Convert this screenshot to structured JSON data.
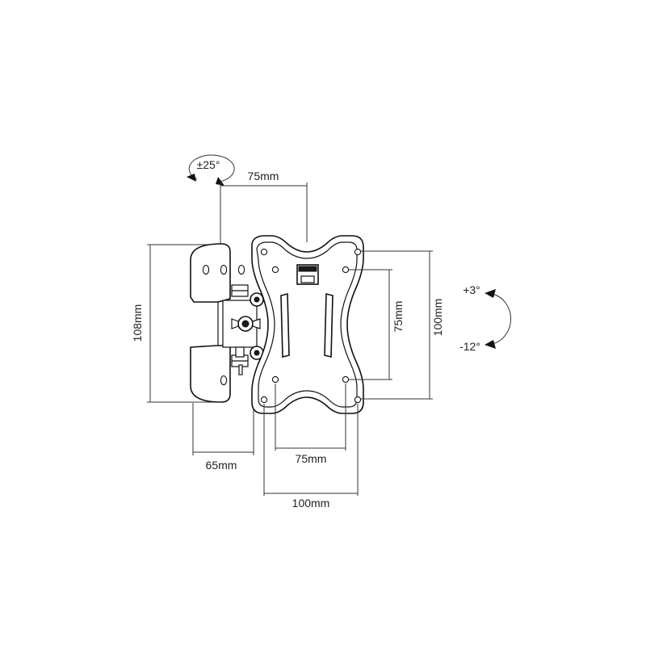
{
  "dimensions": {
    "top_width": "75mm",
    "wall_plate_height": "108mm",
    "hole_spacing_vertical_inner": "75mm",
    "hole_spacing_vertical_outer": "100mm",
    "wall_plate_depth": "65mm",
    "hole_spacing_horizontal_inner": "75mm",
    "hole_spacing_horizontal_outer": "100mm"
  },
  "rotation": {
    "swivel": "±25°"
  },
  "tilt": {
    "up": "+3°",
    "down": "-12°"
  }
}
